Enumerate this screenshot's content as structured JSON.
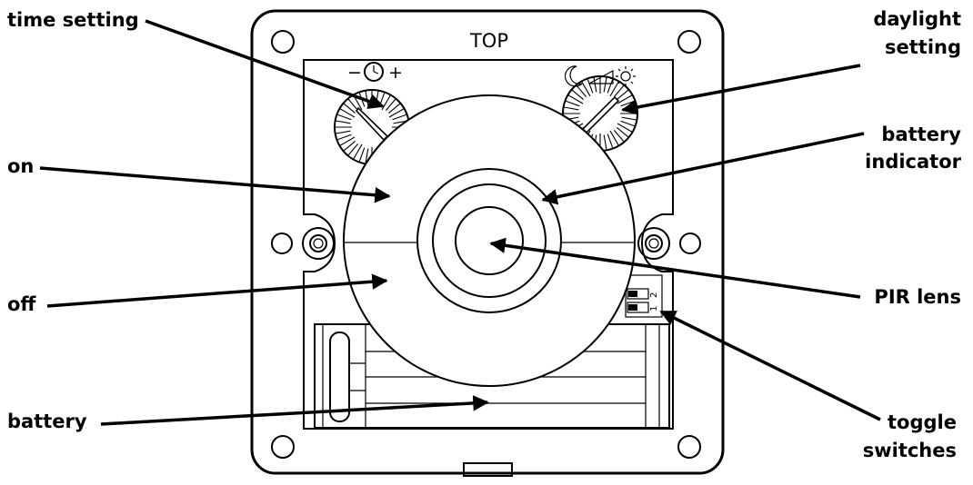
{
  "labels": {
    "time_setting": "time setting",
    "daylight_line1": "daylight",
    "daylight_line2": "setting",
    "battery_indicator_line1": "battery",
    "battery_indicator_line2": "indicator",
    "on": "on",
    "off": "off",
    "pir_lens": "PIR lens",
    "battery": "battery",
    "toggle_line1": "toggle",
    "toggle_line2": "switches"
  },
  "device": {
    "top_label": "TOP",
    "time_minus": "−",
    "time_plus": "+",
    "switch_1": "1",
    "switch_2": "2"
  },
  "colors": {
    "ink": "#000000",
    "background": "#ffffff"
  }
}
